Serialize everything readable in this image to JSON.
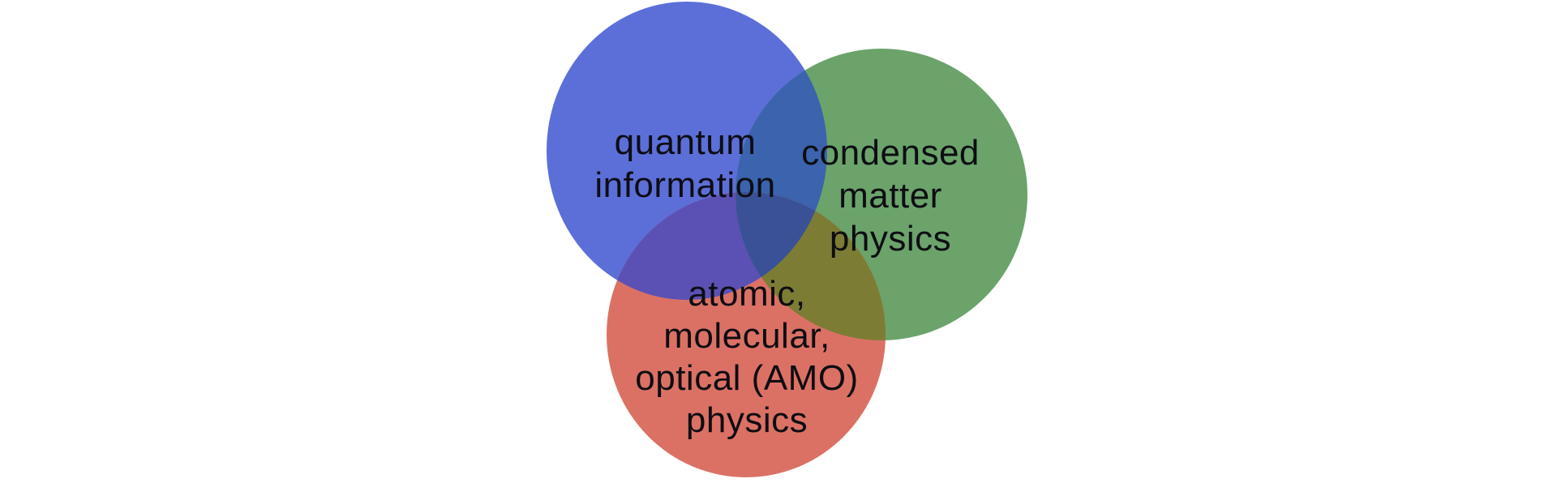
{
  "figure": {
    "type": "venn-diagram",
    "background_color": "#ffffff",
    "text_color": "#0d0d12",
    "sets": [
      {
        "name": "quantum information",
        "label_lines": [
          "quantum",
          "information"
        ],
        "fill": "#5c6fd8"
      },
      {
        "name": "condensed matter physics",
        "label_lines": [
          "condensed",
          "matter",
          "physics"
        ],
        "fill": "#6ba36b"
      },
      {
        "name": "atomic, molecular, optical (AMO) physics",
        "label_lines": [
          "atomic,",
          "molecular,",
          "optical (AMO)",
          "physics"
        ],
        "fill": "#db7165"
      }
    ],
    "overlaps": {
      "quantum_condensed": "#3b63ae",
      "quantum_amo": "#5b51b5",
      "condensed_amo": "#7d7c35",
      "all_three": "#3a5198"
    }
  }
}
